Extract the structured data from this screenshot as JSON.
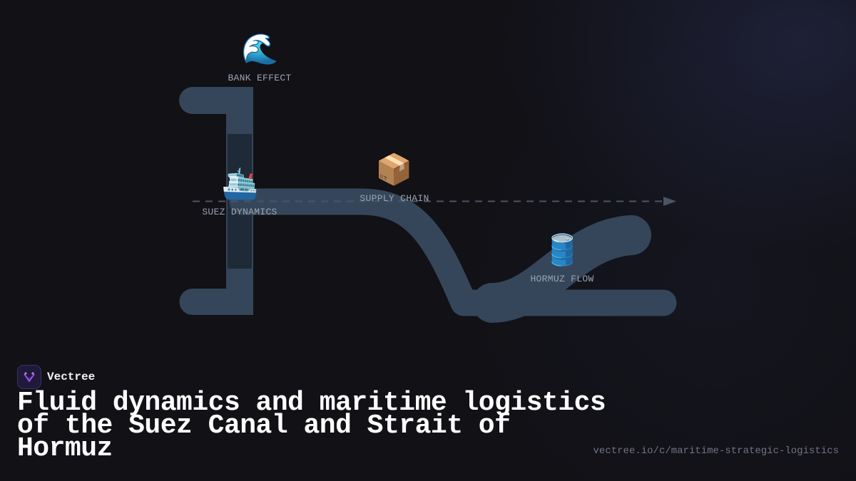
{
  "nodes": [
    {
      "id": "bank-effect",
      "icon": "wave-icon",
      "glyph": "🌊",
      "label": "BANK EFFECT"
    },
    {
      "id": "suez-dynamics",
      "icon": "ship-icon",
      "glyph": "🛳️",
      "label": "SUEZ DYNAMICS"
    },
    {
      "id": "supply-chain",
      "icon": "package-icon",
      "glyph": "📦",
      "label": "SUPPLY CHAIN"
    },
    {
      "id": "hormuz-flow",
      "icon": "oil-drum-icon",
      "glyph": "🛢️",
      "label": "HORMUZ FLOW"
    }
  ],
  "colors": {
    "background": "#111116",
    "channel": "#35465a",
    "channel_dark": "#1f2a38",
    "dashed_line": "#4a5566",
    "label": "#9aa4b2"
  },
  "brand": {
    "name": "Vectree",
    "logo_icon": "vectree-logo-icon"
  },
  "title": "Fluid dynamics and maritime logistics of the Suez Canal and Strait of Hormuz",
  "url": "vectree.io/c/maritime-strategic-logistics"
}
